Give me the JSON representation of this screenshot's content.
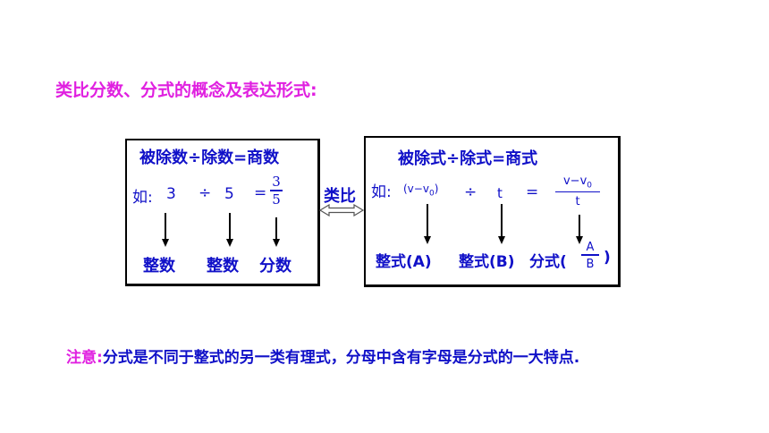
{
  "title": "类比分数、分式的概念及表达形式:",
  "left": {
    "heading": "被除数÷除数=商数",
    "example_prefix": "如:",
    "dividend": "3",
    "div_sign": "÷",
    "divisor": "5",
    "eq_sign": "=",
    "frac_num": "3",
    "frac_den": "5",
    "label_1": "整数",
    "label_2": "整数",
    "label_3": "分数"
  },
  "analogy_label": "类比",
  "right": {
    "heading": "被除式÷除式=商式",
    "example_prefix": "如:",
    "dividend": "(v−v",
    "dividend_sub": "0",
    "dividend_close": ")",
    "div_sign": "÷",
    "divisor": "t",
    "eq_sign": "=",
    "frac_num": "v−v",
    "frac_num_sub": "0",
    "frac_den": "t",
    "label_1": "整式(A)",
    "label_2": "整式(B)",
    "label_3_prefix": "分式(",
    "label_3_num": "A",
    "label_3_den": "B",
    "label_3_suffix": ")"
  },
  "note": {
    "label": "注意:",
    "text": "分式是不同于整式的另一类有理式，分母中含有字母是分式的一大特点."
  }
}
